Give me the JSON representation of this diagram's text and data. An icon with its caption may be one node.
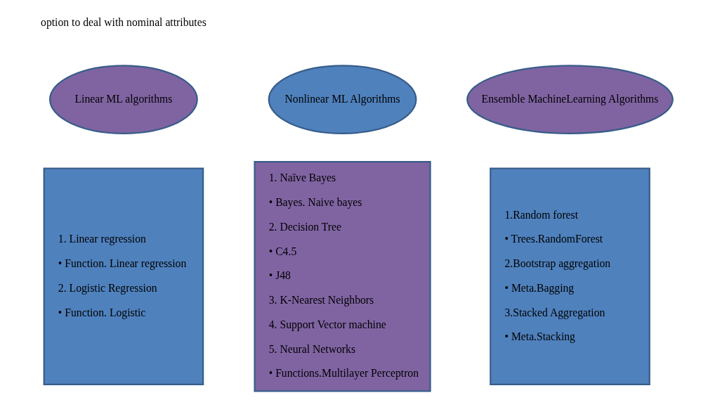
{
  "diagram": {
    "nodes": [
      {
        "text": [
          "Linear ML algorithms"
        ]
      },
      {
        "text": [
          "Nonlinear ML Algorithms"
        ]
      },
      {
        "text": [
          "Ensemble MachineLearning Algorithms"
        ]
      },
      {
        "text": [
          "1. Linear regression",
          "• Function. Linear regression",
          "2. Logistic Regression",
          "• Function. Logistic"
        ]
      },
      {
        "text": [
          "1. Naïve Bayes",
          "• Bayes. Naive bayes",
          "2. Decision Tree",
          "• C4.5",
          "• J48",
          "3. K-Nearest Neighbors",
          "4. Support Vector machine",
          "5. Neural Networks",
          "• Functions.Multilayer Perceptron"
        ]
      },
      {
        "text": [
          "1.Random forest",
          "• Trees.RandomForest",
          "2.Bootstrap aggregation",
          "• Meta.Bagging",
          "3.Stacked Aggregation",
          "• Meta.Stacking"
        ]
      }
    ],
    "edges": [],
    "labels": [
      "option to deal with nominal attributes"
    ]
  }
}
